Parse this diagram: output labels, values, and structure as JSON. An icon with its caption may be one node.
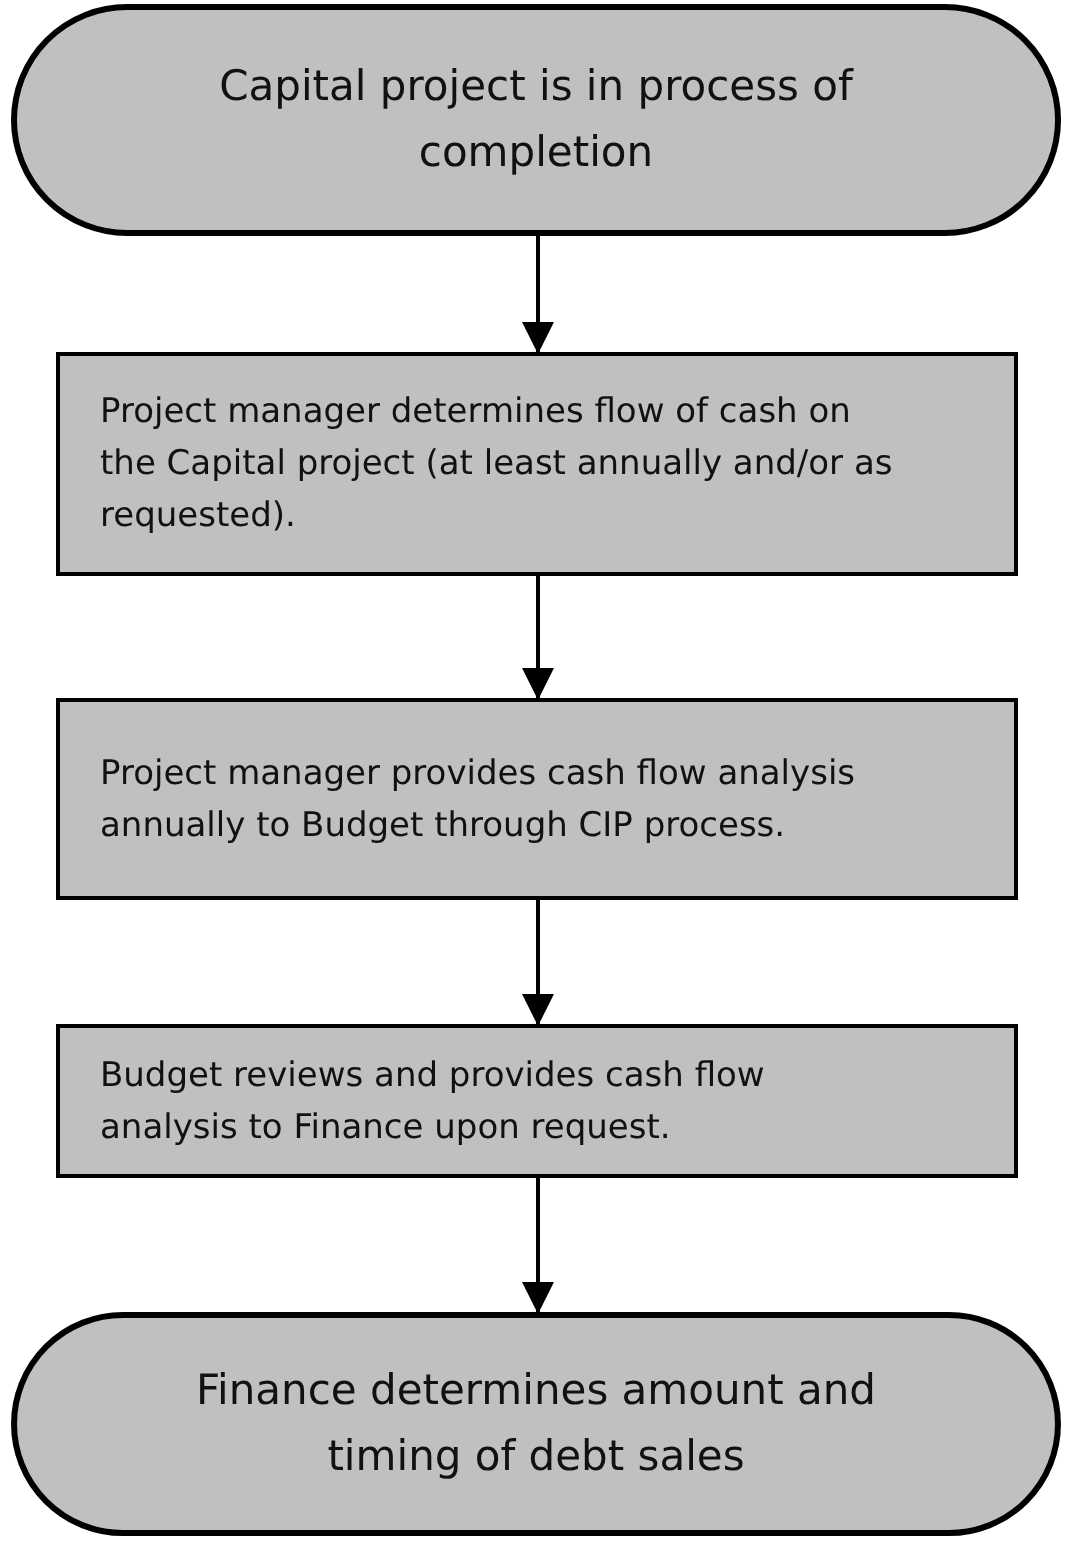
{
  "diagram": {
    "nodes": [
      {
        "text": [
          "Capital project is in process of completion"
        ]
      },
      {
        "text": [
          "Project manager determines flow of cash on the Capital project (at least annually and/or as requested)."
        ]
      },
      {
        "text": [
          "Project manager provides cash flow analysis annually to Budget through CIP process."
        ]
      },
      {
        "text": [
          "Budget reviews and provides cash flow analysis to Finance upon request."
        ]
      },
      {
        "text": [
          "Finance determines amount and timing of debt sales"
        ]
      }
    ],
    "edges": [
      {
        "from": 0,
        "to": 1,
        "arrow": "to"
      },
      {
        "from": 1,
        "to": 2,
        "arrow": "to"
      },
      {
        "from": 2,
        "to": 3,
        "arrow": "to"
      },
      {
        "from": 3,
        "to": 4,
        "arrow": "to"
      }
    ]
  }
}
